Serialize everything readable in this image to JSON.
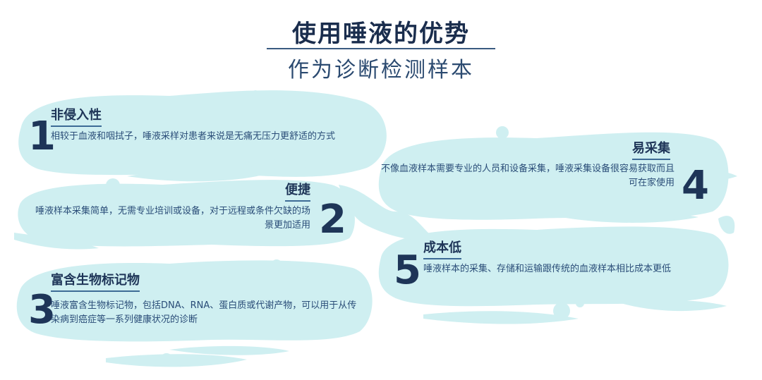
{
  "title": "使用唾液的优势",
  "subtitle": "作为诊断检测样本",
  "items": [
    {
      "number": "1",
      "heading": "非侵入性",
      "text": "相较于血液和咽拭子，唾液采样对患者来说是无痛无压力更舒适的方式"
    },
    {
      "number": "2",
      "heading": "便捷",
      "text": "唾液样本采集简单，无需专业培训或设备，对于远程或条件欠缺的场景更加适用"
    },
    {
      "number": "3",
      "heading": "富含生物标记物",
      "text": "唾液富含生物标记物，包括DNA、RNA、蛋白质或代谢产物，可以用于从传染病到癌症等一系列健康状况的诊断"
    },
    {
      "number": "4",
      "heading": "易采集",
      "text": "不像血液样本需要专业的人员和设备采集，唾液采集设备很容易获取而且可在家使用"
    },
    {
      "number": "5",
      "heading": "成本低",
      "text": "唾液样本的采集、存储和运输跟传统的血液样本相比成本更低"
    }
  ],
  "colors": {
    "blob": "#cfeff1",
    "text_dark": "#1e3558",
    "text_body": "#2a4d78"
  }
}
